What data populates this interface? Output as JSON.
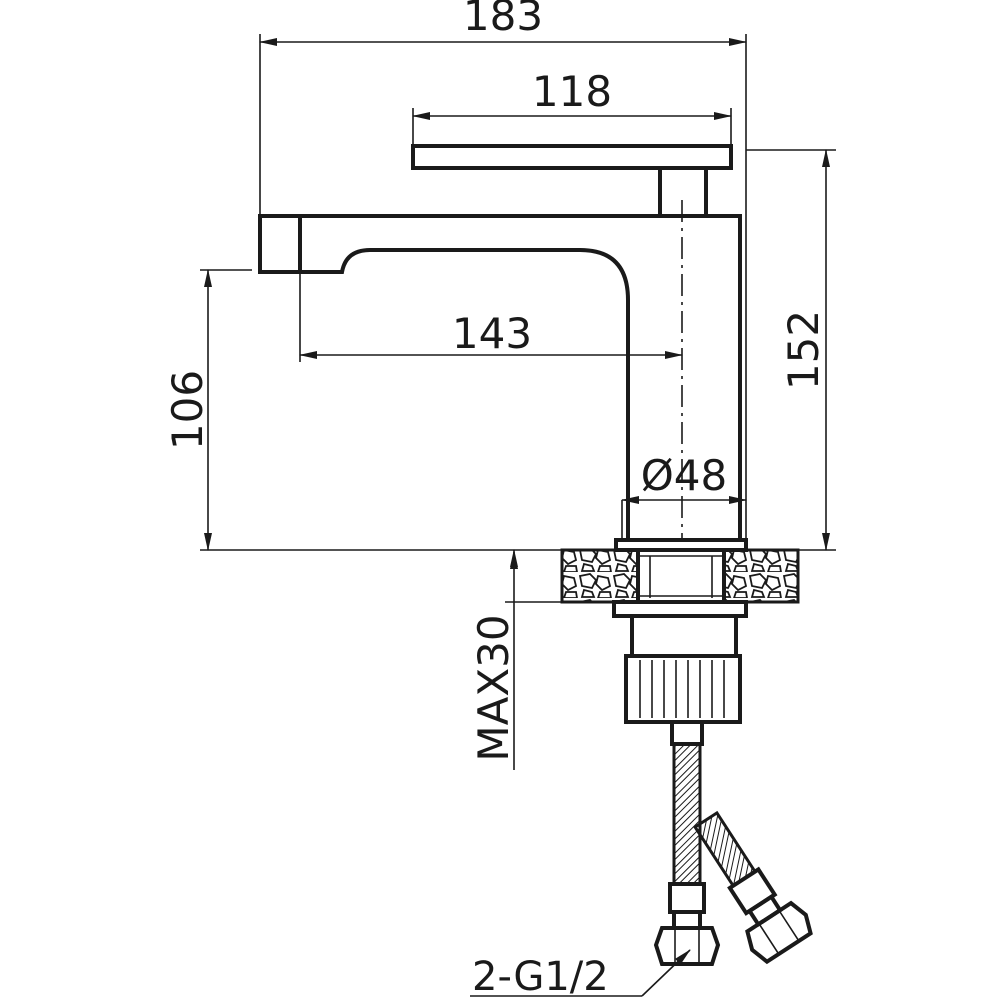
{
  "dimensions": {
    "overall_width": "183",
    "handle_length": "118",
    "spout_reach": "143",
    "spout_height": "106",
    "total_height": "152",
    "base_diameter": "Ø48",
    "max_counter_thickness": "MAX30"
  },
  "callouts": {
    "hose_connection": "2-G1/2"
  },
  "colors": {
    "line": "#1a1a1a",
    "background": "#ffffff"
  }
}
